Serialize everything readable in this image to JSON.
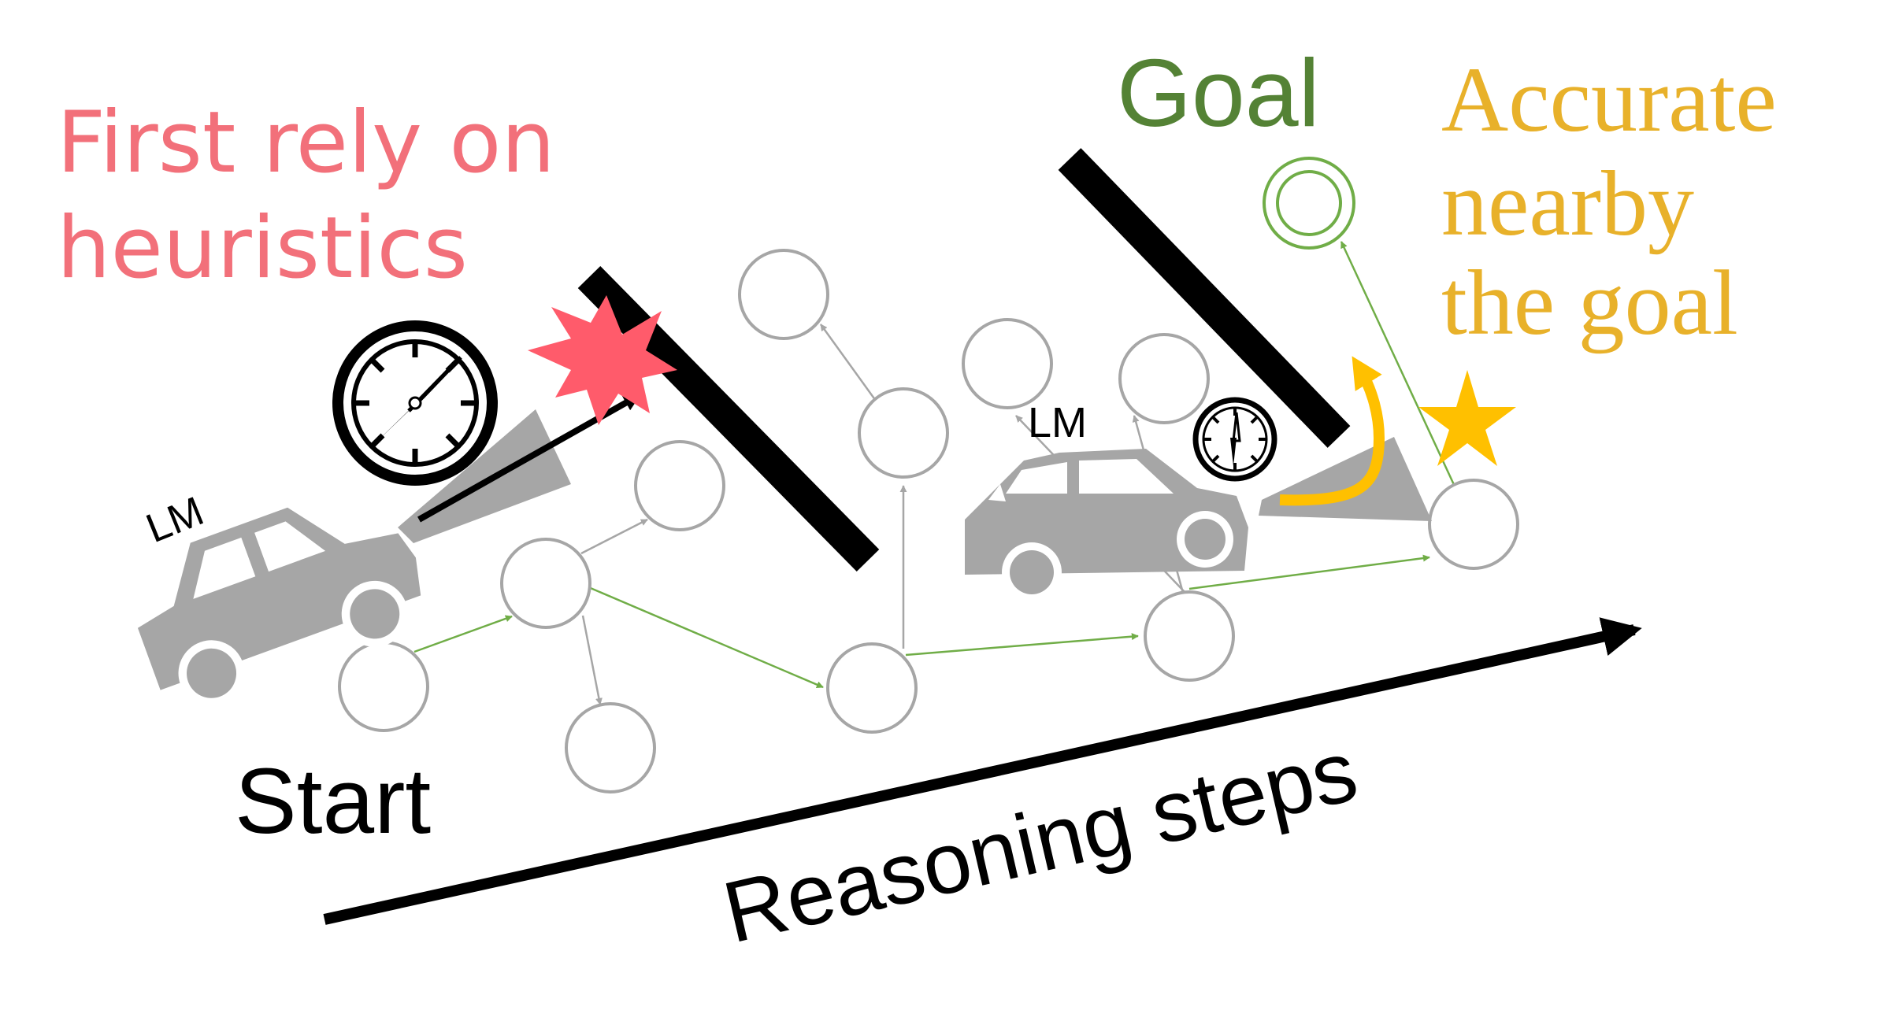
{
  "labels": {
    "heuristics_line1": "First rely on",
    "heuristics_line2": "heuristics",
    "goal": "Goal",
    "accurate_line1": "Accurate",
    "accurate_line2": "nearby",
    "accurate_line3": "the goal",
    "start": "Start",
    "reasoning_steps": "Reasoning steps",
    "car_left_label": "LM",
    "car_right_label": "LM"
  },
  "colors": {
    "heuristics_text": "#f2707a",
    "goal_text": "#548235",
    "accurate_text": "#e8b12a",
    "node_stroke": "#a6a6a6",
    "green_edge": "#70ad47",
    "gray_edge": "#a6a6a6",
    "car": "#a6a6a6",
    "wall": "#000000",
    "burst": "#ff5b6b",
    "star": "#ffc000",
    "turn_arrow": "#ffc000"
  },
  "icons": {
    "compass": "compass-icon",
    "car": "car-icon",
    "star": "star-icon",
    "burst": "collision-burst-icon",
    "goal_marker": "goal-double-circle-icon"
  }
}
